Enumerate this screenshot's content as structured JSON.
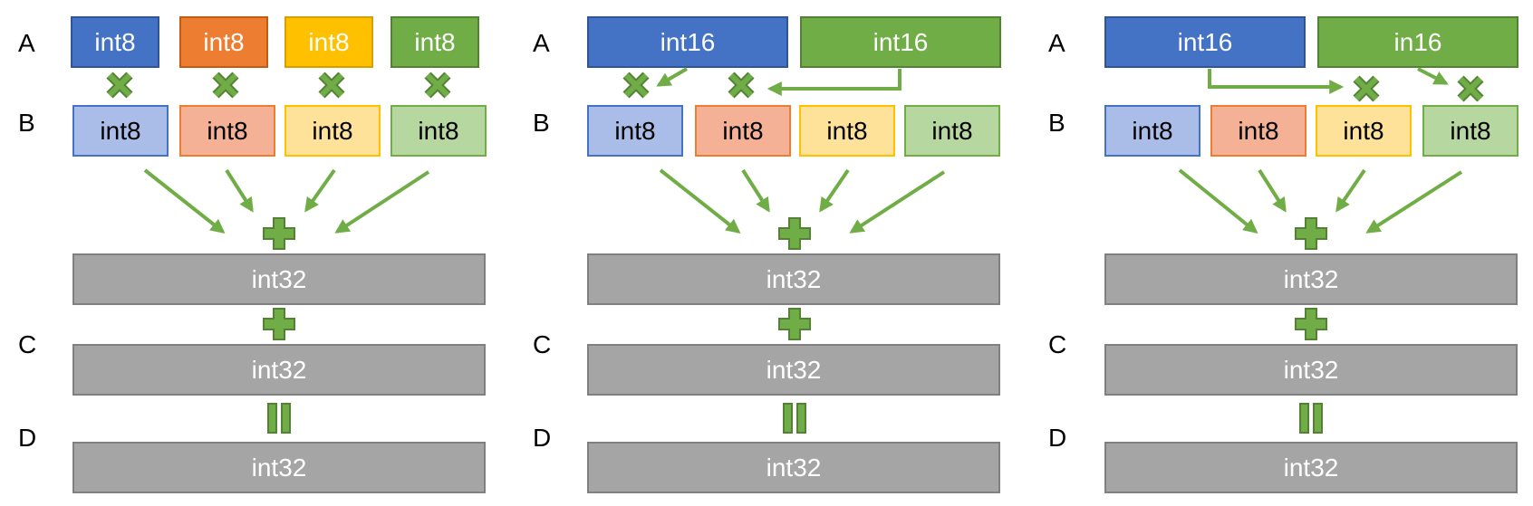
{
  "colors": {
    "blue": "#4472c4",
    "orange": "#ed7d31",
    "yellow": "#ffc000",
    "green": "#70ad47",
    "gray": "#a5a5a5",
    "operator": "#70ad47"
  },
  "panels": [
    {
      "row_labels": {
        "a": "A",
        "b": "B",
        "c": "C",
        "d": "D"
      },
      "a_boxes": [
        "int8",
        "int8",
        "int8",
        "int8"
      ],
      "b_boxes": [
        "int8",
        "int8",
        "int8",
        "int8"
      ],
      "sum_box": "int32",
      "c_box": "int32",
      "d_box": "int32"
    },
    {
      "row_labels": {
        "a": "A",
        "b": "B",
        "c": "C",
        "d": "D"
      },
      "a_boxes": [
        "int16",
        "int16"
      ],
      "b_boxes": [
        "int8",
        "int8",
        "int8",
        "int8"
      ],
      "sum_box": "int32",
      "c_box": "int32",
      "d_box": "int32"
    },
    {
      "row_labels": {
        "a": "A",
        "b": "B",
        "c": "C",
        "d": "D"
      },
      "a_boxes": [
        "int16",
        "in16"
      ],
      "b_boxes": [
        "int8",
        "int8",
        "int8",
        "int8"
      ],
      "sum_box": "int32",
      "c_box": "int32",
      "d_box": "int32"
    }
  ]
}
